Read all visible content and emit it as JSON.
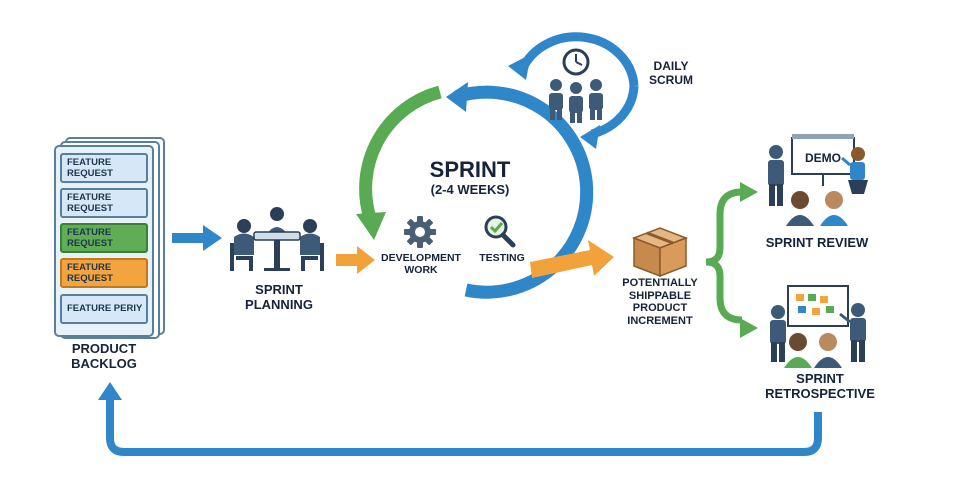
{
  "backlog": {
    "cards": [
      {
        "text": "FEATURE REQUEST",
        "color": "#d6e8f7"
      },
      {
        "text": "FEATURE REQUEST",
        "color": "#d6e8f7"
      },
      {
        "text": "FEATURE REQUEST",
        "color": "#5fae55"
      },
      {
        "text": "FEATURE REQUEST",
        "color": "#f3a43c"
      },
      {
        "text": "FEATURE PERIY",
        "color": "#d6e8f7"
      }
    ],
    "label": "PRODUCT BACKLOG"
  },
  "planning": {
    "label": "SPRINT PLANNING"
  },
  "sprint": {
    "title": "SPRINT",
    "duration": "(2-4 WEEKS)",
    "development": "DEVELOPMENT WORK",
    "testing": "TESTING"
  },
  "scrum": {
    "label": "DAILY SCRUM"
  },
  "increment": {
    "label": "POTENTIALLY SHIPPABLE PRODUCT INCREMENT"
  },
  "review": {
    "label": "SPRINT REVIEW",
    "board_text": "DEMO"
  },
  "retro": {
    "label": "SPRINT RETROSPECTIVE"
  },
  "colors": {
    "blue": "#2f86c9",
    "green": "#58ab52",
    "orange": "#f2a23a",
    "navy": "#2b3f57"
  },
  "icons": [
    "clock-icon",
    "gear-icon",
    "magnifier-check-icon",
    "box-icon",
    "people-icon",
    "presentation-board-icon"
  ]
}
